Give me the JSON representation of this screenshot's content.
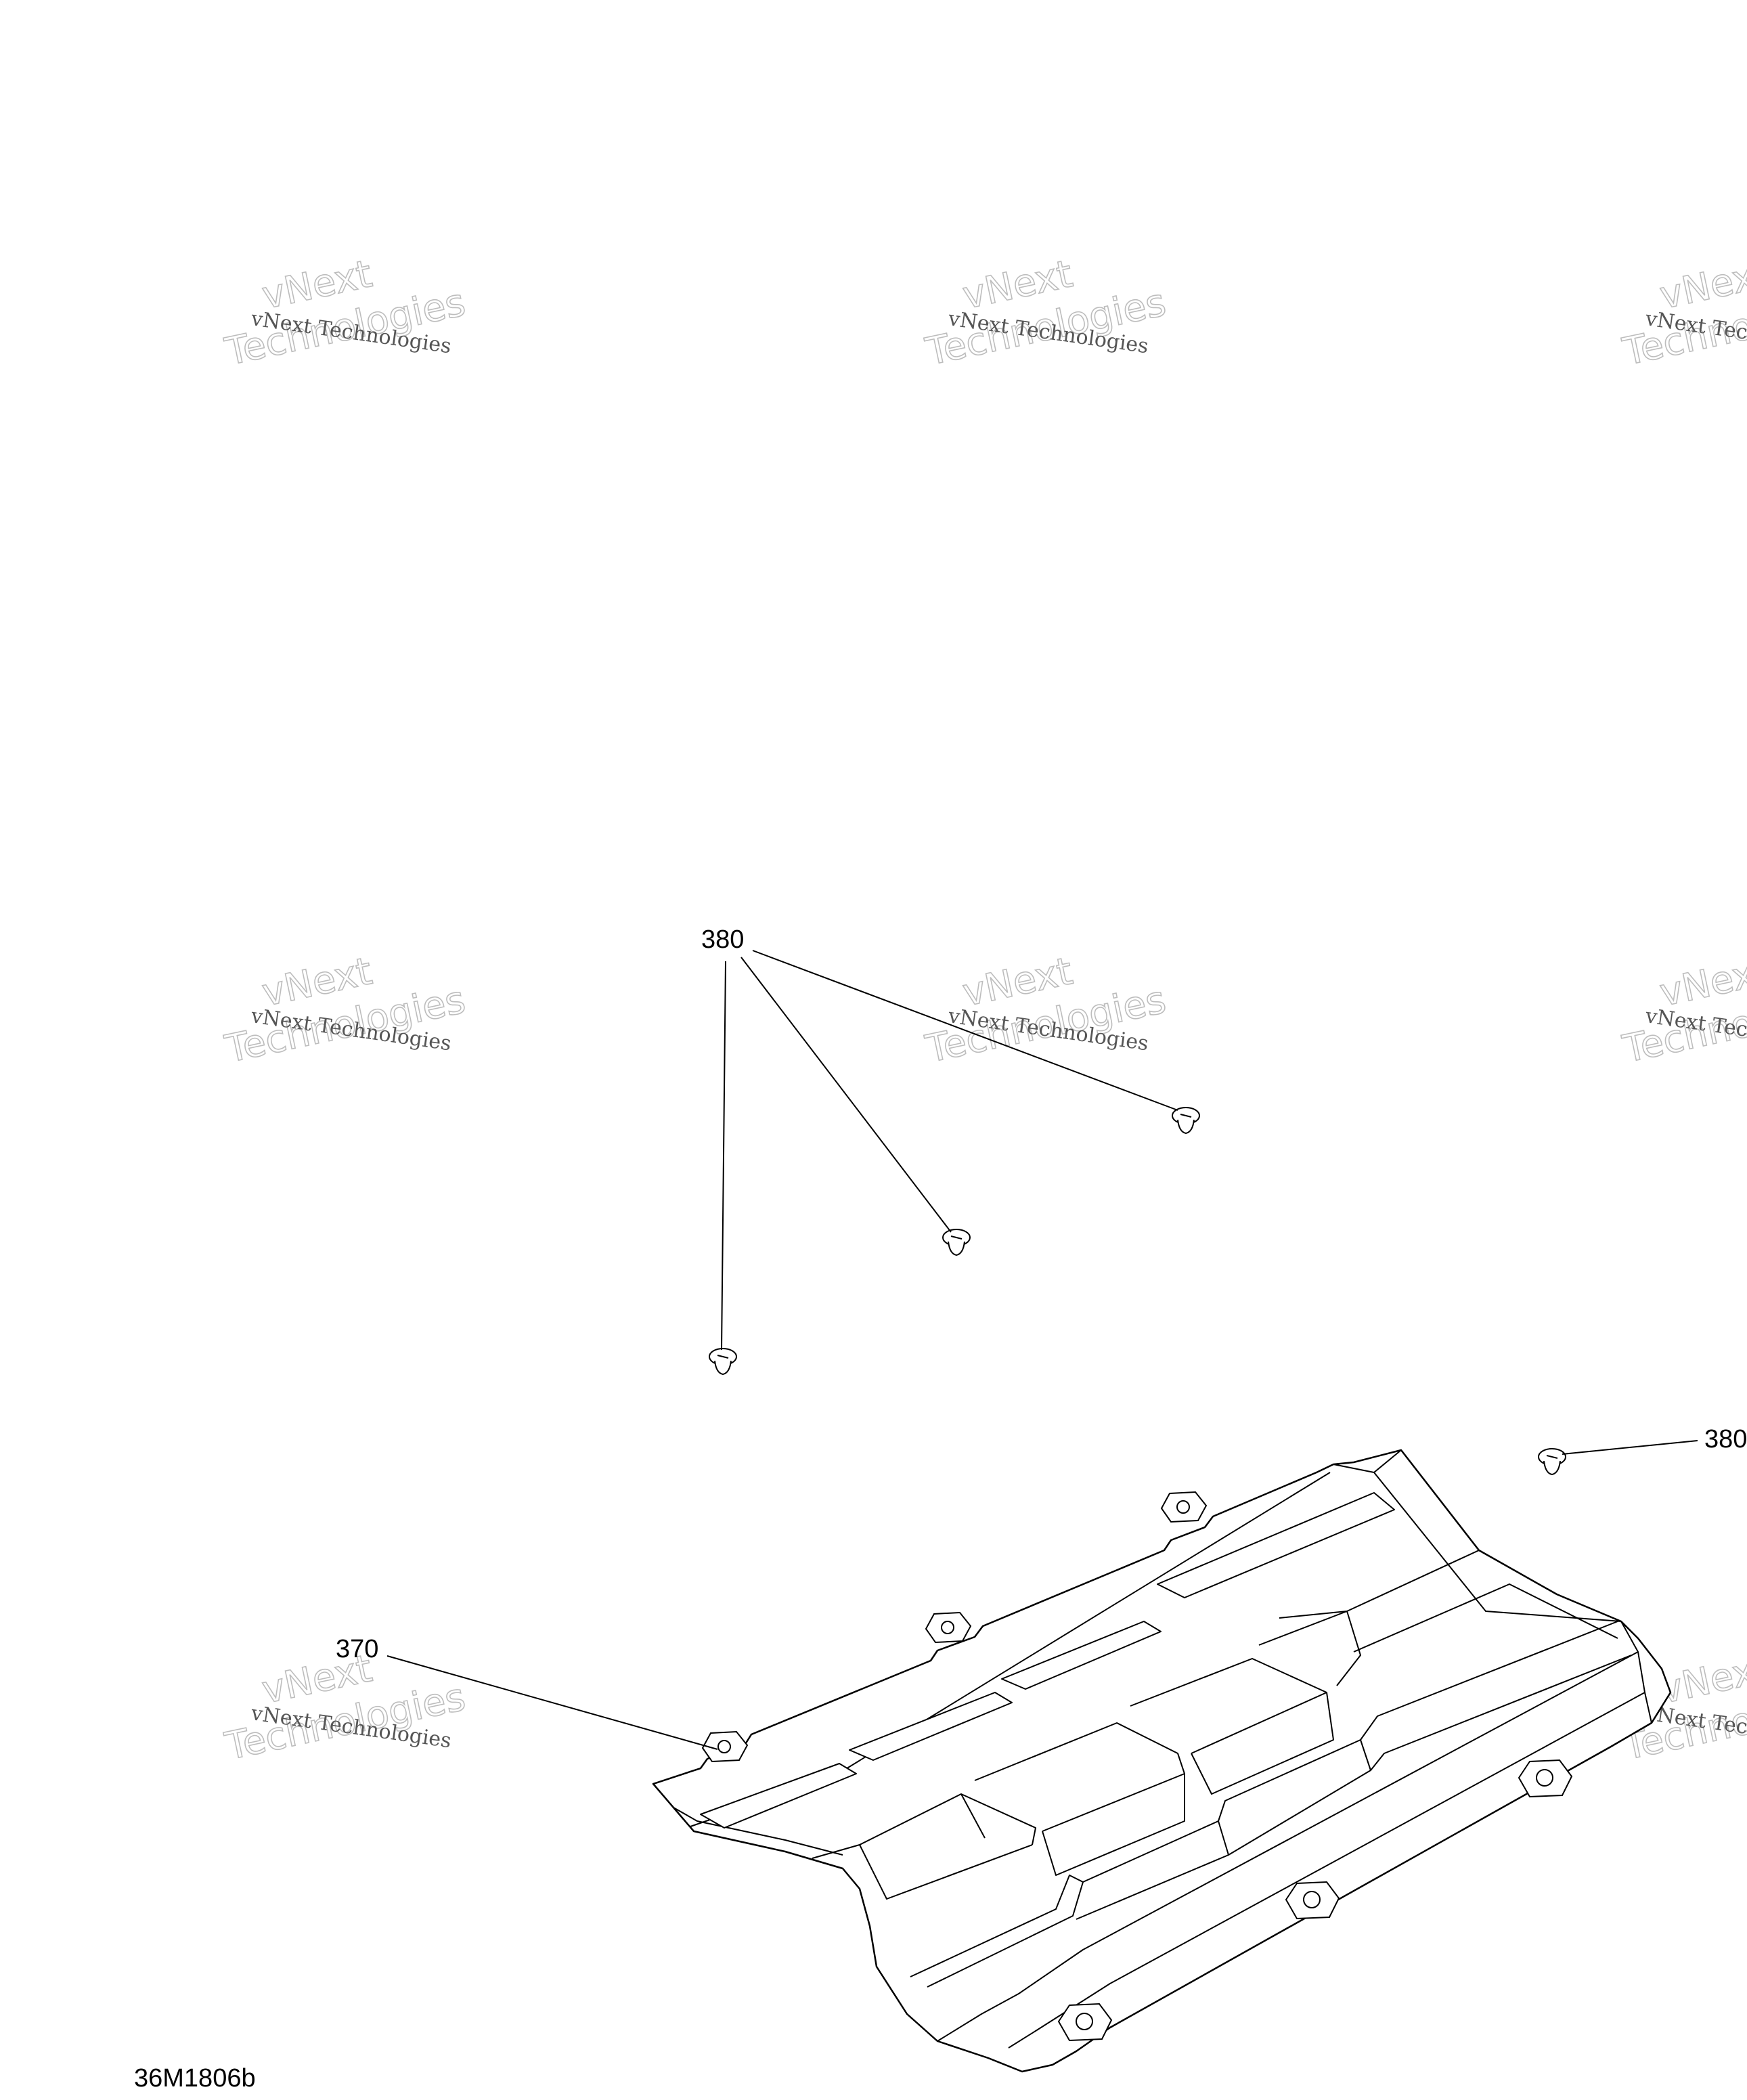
{
  "diagram": {
    "figure_code": "36M1806b",
    "watermark": {
      "line_big_1": "vNext",
      "line_big_2": "Technologies",
      "line_small": "vNext Technologies"
    },
    "callouts": [
      {
        "id": "callout-380-top",
        "label": "380"
      },
      {
        "id": "callout-380-right",
        "label": "380"
      },
      {
        "id": "callout-370",
        "label": "370"
      }
    ]
  }
}
